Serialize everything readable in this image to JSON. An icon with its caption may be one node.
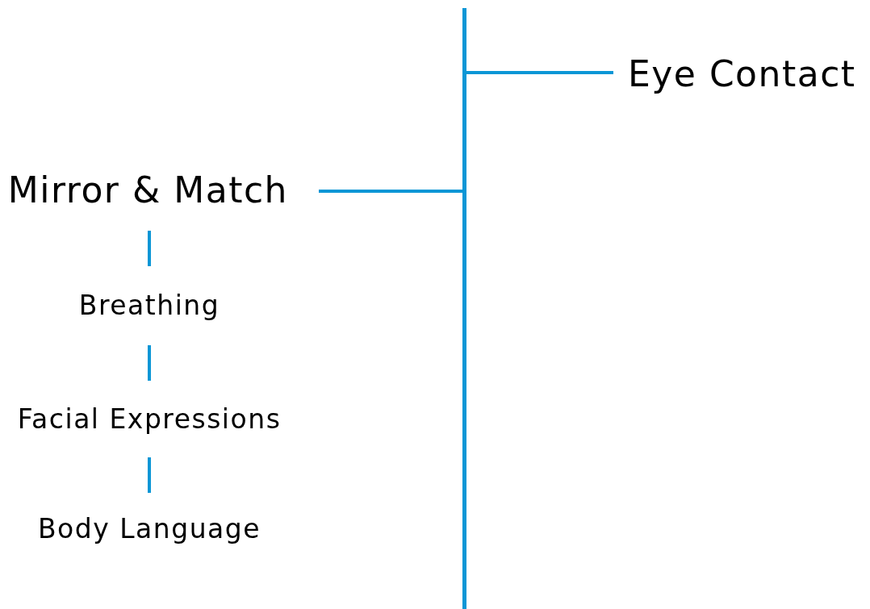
{
  "diagram": {
    "nodes": [
      {
        "text": [],
        "shape": "bar"
      },
      {
        "text": [
          "Eye Contact"
        ]
      },
      {
        "text": [
          "Mirror & Match"
        ]
      },
      {
        "text": [
          "Breathing"
        ]
      },
      {
        "text": [
          "Facial Expressions"
        ]
      },
      {
        "text": [
          "Body Language"
        ]
      }
    ],
    "edges": [
      {
        "from": 0,
        "to": 1,
        "arrow": "none"
      },
      {
        "from": 2,
        "to": 0,
        "arrow": "none"
      },
      {
        "from": 2,
        "to": 3,
        "arrow": "none"
      },
      {
        "from": 3,
        "to": 4,
        "arrow": "none"
      },
      {
        "from": 4,
        "to": 5,
        "arrow": "none"
      }
    ]
  }
}
